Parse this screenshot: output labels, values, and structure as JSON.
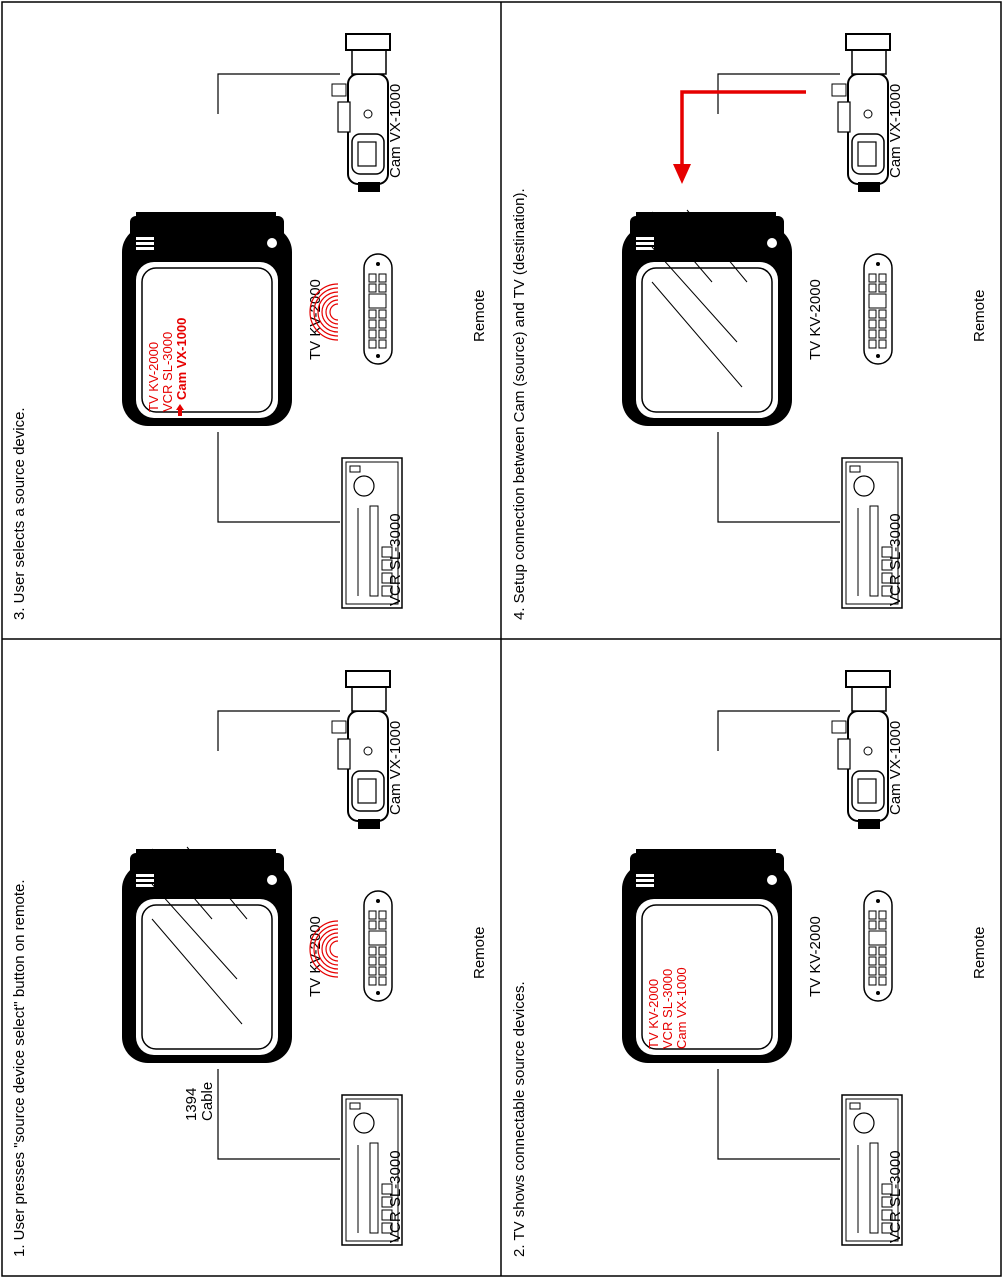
{
  "panels": [
    {
      "id": "p1",
      "caption": "1. User presses \"source device select\" button on remote.",
      "cable_label": [
        "1394",
        "Cable"
      ],
      "screen_lines": [],
      "ir_waves": true,
      "connection_arrow": false
    },
    {
      "id": "p2",
      "caption": "2. TV shows connectable source devices.",
      "cable_label": [],
      "screen_lines": [
        "TV KV-2000",
        "VCR SL-3000",
        "Cam VX-1000"
      ],
      "selected_index": -1,
      "ir_waves": false,
      "connection_arrow": false
    },
    {
      "id": "p3",
      "caption": "3. User selects a source device.",
      "cable_label": [],
      "screen_lines": [
        "TV KV-2000",
        "VCR SL-3000",
        "Cam VX-1000"
      ],
      "selected_index": 2,
      "ir_waves": true,
      "connection_arrow": false
    },
    {
      "id": "p4",
      "caption": "4. Setup connection between Cam (source) and TV (destination).",
      "cable_label": [],
      "screen_lines": [],
      "ir_waves": false,
      "connection_arrow": true
    }
  ],
  "device_labels": {
    "tv": "TV KV-2000",
    "vcr": "VCR SL-3000",
    "cam": "Cam VX-1000",
    "remote": "Remote"
  },
  "colors": {
    "ink": "#000000",
    "accent": "#e60000",
    "background": "#ffffff"
  },
  "icons": {
    "selection_marker": "red-arrow-icon",
    "screen_glare": "glare-lines-icon",
    "ir_signal": "ir-wave-icon"
  }
}
